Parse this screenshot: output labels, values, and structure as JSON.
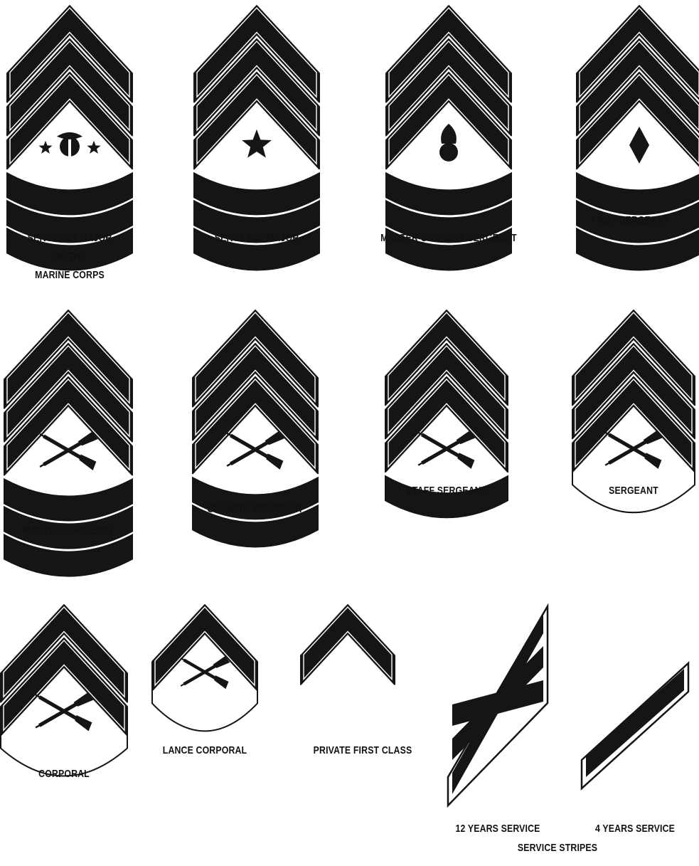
{
  "colors": {
    "ink": "#151515",
    "paper": "#ffffff"
  },
  "insignia": [
    {
      "id": "sgt-major-mc",
      "label_lines": [
        "SERGEANT MAJOR",
        "OF THE",
        "MARINE CORPS"
      ],
      "chevrons": 3,
      "rockers": 3,
      "device": "ega-between-stars"
    },
    {
      "id": "sgt-major",
      "label_lines": [
        "SERGEANT MAJOR"
      ],
      "chevrons": 3,
      "rockers": 3,
      "device": "star"
    },
    {
      "id": "master-gunnery-sgt",
      "label_lines": [
        "MASTER GUNNERY SERGEANT"
      ],
      "chevrons": 3,
      "rockers": 3,
      "device": "bursting-bomb"
    },
    {
      "id": "first-sgt",
      "label_lines": [
        "FIRST SERGEANT"
      ],
      "chevrons": 3,
      "rockers": 3,
      "device": "diamond"
    },
    {
      "id": "master-sgt",
      "label_lines": [
        "MASTER SERGEANT"
      ],
      "chevrons": 3,
      "rockers": 3,
      "device": "crossed-rifles"
    },
    {
      "id": "gunnery-sgt",
      "label_lines": [
        "GUNNERY SERGEANT"
      ],
      "chevrons": 3,
      "rockers": 2,
      "device": "crossed-rifles"
    },
    {
      "id": "staff-sgt",
      "label_lines": [
        "STAFF SERGEANT"
      ],
      "chevrons": 3,
      "rockers": 1,
      "device": "crossed-rifles"
    },
    {
      "id": "sergeant",
      "label_lines": [
        "SERGEANT"
      ],
      "chevrons": 3,
      "rockers": 0,
      "device": "crossed-rifles"
    },
    {
      "id": "corporal",
      "label_lines": [
        "CORPORAL"
      ],
      "chevrons": 2,
      "rockers": 0,
      "device": "crossed-rifles"
    },
    {
      "id": "lance-corporal",
      "label_lines": [
        "LANCE CORPORAL"
      ],
      "chevrons": 1,
      "rockers": 0,
      "device": "crossed-rifles"
    },
    {
      "id": "private-first-class",
      "label_lines": [
        "PRIVATE FIRST CLASS"
      ],
      "chevrons": 1,
      "rockers": 0,
      "device": "none"
    }
  ],
  "service_stripes": {
    "caption": "SERVICE STRIPES",
    "items": [
      {
        "id": "twelve-years",
        "label": "12 YEARS SERVICE",
        "stripes": 3
      },
      {
        "id": "four-years",
        "label": "4 YEARS SERVICE",
        "stripes": 1
      }
    ]
  }
}
